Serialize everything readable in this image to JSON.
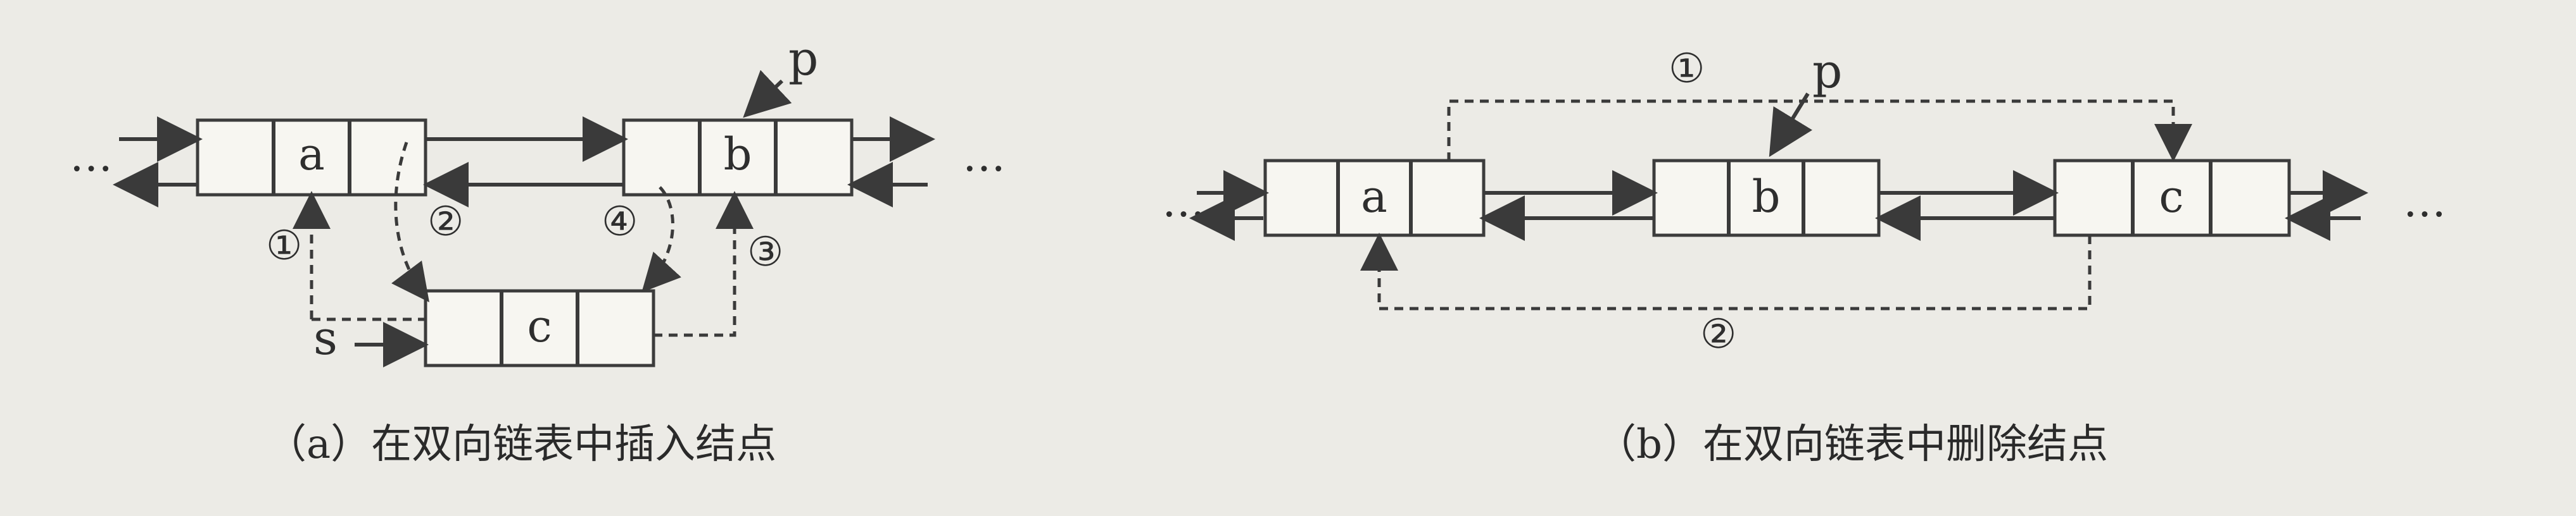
{
  "diagram_a": {
    "nodes": {
      "a": "a",
      "b": "b",
      "c": "c"
    },
    "pointers": {
      "p": "p",
      "s": "s"
    },
    "ellipsis_left": "…",
    "ellipsis_right": "…",
    "steps": [
      "①",
      "②",
      "③",
      "④"
    ],
    "caption": "（a）在双向链表中插入结点"
  },
  "diagram_b": {
    "nodes": {
      "a": "a",
      "b": "b",
      "c": "c"
    },
    "pointer": "p",
    "ellipsis_left": "…",
    "ellipsis_right": "…",
    "steps": [
      "①",
      "②"
    ],
    "caption": "（b）在双向链表中删除结点"
  }
}
